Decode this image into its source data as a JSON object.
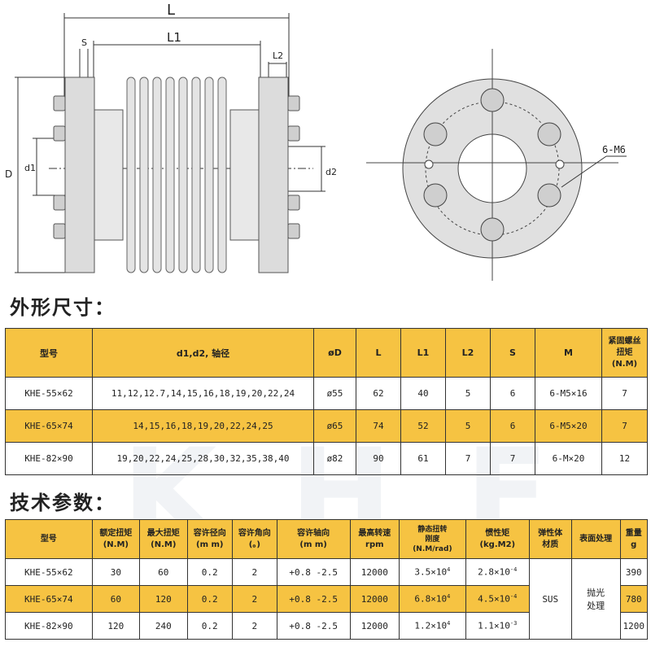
{
  "drawing": {
    "dim_L": "L",
    "dim_L1": "L1",
    "dim_L2": "L2",
    "dim_S": "S",
    "dim_D": "D",
    "dim_d1": "d1",
    "dim_d2": "d2",
    "hole_label": "6-M6"
  },
  "watermark": "KHE",
  "section1": {
    "title": "外形尺寸：",
    "headers": [
      "型号",
      "d1,d2, 轴径",
      "øD",
      "L",
      "L1",
      "L2",
      "S",
      "M",
      "紧固螺丝\n扭矩\n(N.M)"
    ],
    "rows": [
      [
        "KHE-55×62",
        "11,12,12.7,14,15,16,18,19,20,22,24",
        "ø55",
        "62",
        "40",
        "5",
        "6",
        "6-M5×16",
        "7"
      ],
      [
        "KHE-65×74",
        "14,15,16,18,19,20,22,24,25",
        "ø65",
        "74",
        "52",
        "5",
        "6",
        "6-M5×20",
        "7"
      ],
      [
        "KHE-82×90",
        "19,20,22,24,25,28,30,32,35,38,40",
        "ø82",
        "90",
        "61",
        "7",
        "7",
        "6-M×20",
        "12"
      ]
    ]
  },
  "section2": {
    "title": "技术参数：",
    "headers": [
      "型号",
      "额定扭矩\n(N.M)",
      "最大扭矩\n(N.M)",
      "容许径向\n(m m)",
      "容许角向\n(。)",
      "容许轴向\n(m m)",
      "最高转速\nrpm",
      "静态扭转\n刚度\n(N.M/rad)",
      "惯性矩\n(kg.M2)",
      "弹性体\n材质",
      "表面处理",
      "重量g"
    ],
    "rows": [
      {
        "model": "KHE-55×62",
        "rated": "30",
        "max": "60",
        "radial": "0.2",
        "angular": "2",
        "axial": "+0.8 -2.5",
        "rpm": "12000",
        "stiff_base": "3.5×10",
        "stiff_exp": "4",
        "inertia_base": "2.8×10",
        "inertia_exp": "-4",
        "weight": "390"
      },
      {
        "model": "KHE-65×74",
        "rated": "60",
        "max": "120",
        "radial": "0.2",
        "angular": "2",
        "axial": "+0.8 -2.5",
        "rpm": "12000",
        "stiff_base": "6.8×10",
        "stiff_exp": "4",
        "inertia_base": "4.5×10",
        "inertia_exp": "-4",
        "weight": "780"
      },
      {
        "model": "KHE-82×90",
        "rated": "120",
        "max": "240",
        "radial": "0.2",
        "angular": "2",
        "axial": "+0.8 -2.5",
        "rpm": "12000",
        "stiff_base": "1.2×10",
        "stiff_exp": "4",
        "inertia_base": "1.1×10",
        "inertia_exp": "-3",
        "weight": "1200"
      }
    ],
    "material": "SUS",
    "surface": "抛光\n处理"
  }
}
